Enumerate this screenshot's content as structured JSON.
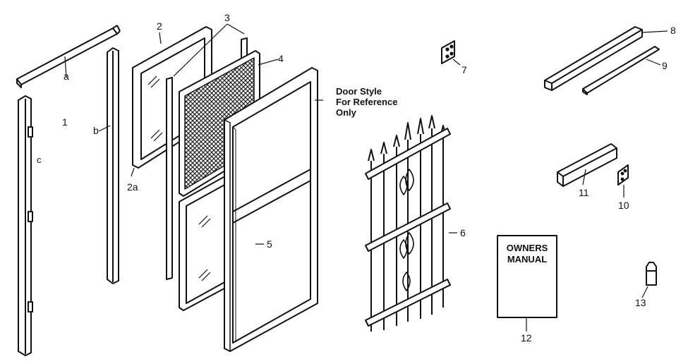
{
  "diagram": {
    "note": "Door Style\nFor Reference\nOnly",
    "manual_text": "OWNERS\nMANUAL",
    "labels": {
      "l1": "1",
      "la": "a",
      "lb": "b",
      "lc": "c",
      "l2": "2",
      "l2a": "2a",
      "l3": "3",
      "l4": "4",
      "l5": "5",
      "l6": "6",
      "l7": "7",
      "l8": "8",
      "l9": "9",
      "l10": "10",
      "l11": "11",
      "l12": "12",
      "l13": "13"
    },
    "colors": {
      "ink": "#111111",
      "paper": "#ffffff",
      "screen": "#333333"
    }
  }
}
